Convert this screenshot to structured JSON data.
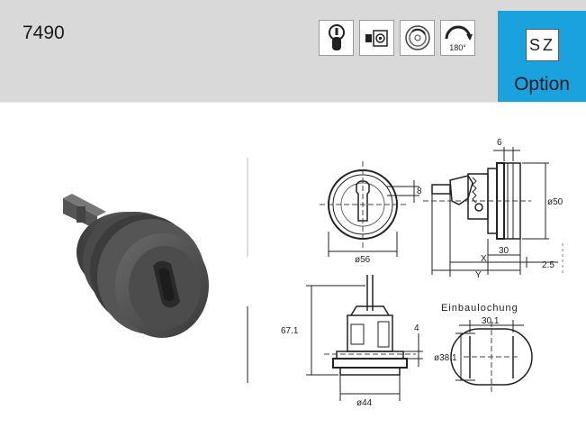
{
  "header": {
    "product_code": "7490",
    "feature_icons": [
      {
        "name": "cylinder-key-icon"
      },
      {
        "name": "front-mount-icon"
      },
      {
        "name": "rotation-ring-icon"
      },
      {
        "name": "rotation-180-icon",
        "label": "180°"
      }
    ],
    "option": {
      "badge": "SZ",
      "label": "Option",
      "color": "#1aa2df"
    }
  },
  "drawing": {
    "dim_depth_top": "6",
    "dim_key_width": "8",
    "dim_dia_front": "ø56",
    "dim_dia_body": "ø50",
    "dim_30": "30",
    "dim_x": "X",
    "dim_y": "Y",
    "dim_25": "2.5",
    "dim_height": "67.1",
    "dim_4": "4",
    "dim_dia_44": "ø44",
    "cutout_title": "Einbaulochung",
    "dim_cutout_width": "30.1",
    "dim_cutout_dia": "ø38.1"
  }
}
